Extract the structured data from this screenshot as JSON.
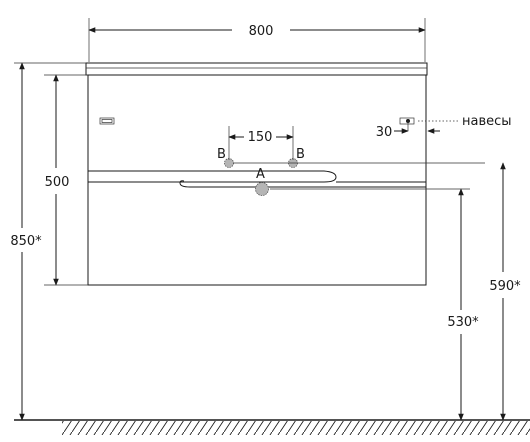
{
  "dimensions": {
    "width_total": "800",
    "height_cabinet": "500",
    "height_total": "850*",
    "height_outlet_right": "590*",
    "height_drain": "530*",
    "spacing_outlets": "150",
    "hinge_offset": "30"
  },
  "labels": {
    "outlet_left": "B",
    "outlet_right": "B",
    "drain": "A",
    "hinges": "навесы"
  },
  "colors": {
    "line": "#1a1a1a",
    "outlet_fill": "#b5b5b5"
  }
}
